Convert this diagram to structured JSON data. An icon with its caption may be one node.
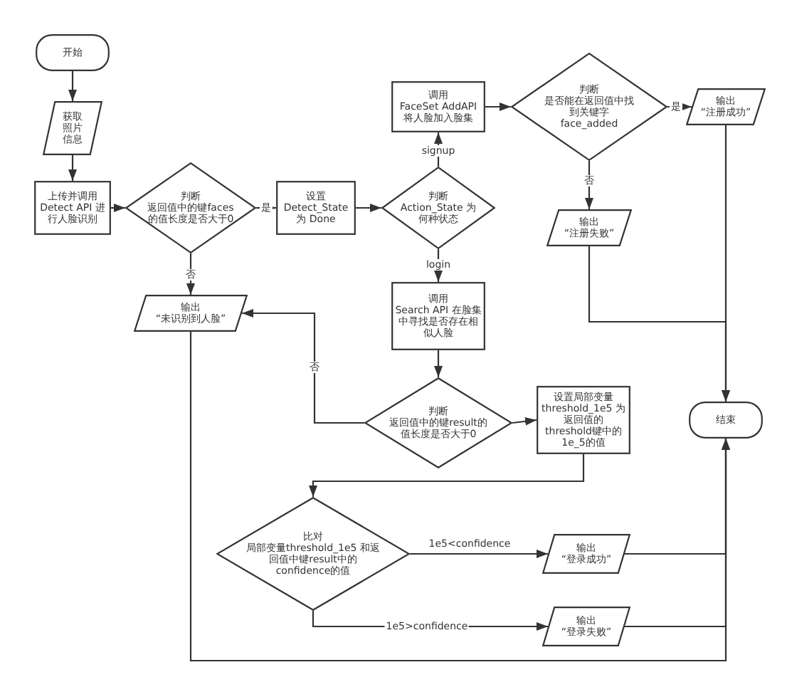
{
  "diagram": {
    "nodes": [
      {
        "text": [
          "开始"
        ]
      },
      {
        "text": [
          "获取照片信息"
        ]
      },
      {
        "text": [
          "上传并调用 Detect API 进行人脸识别"
        ]
      },
      {
        "text": [
          "判断",
          "返回值中的键faces的值长度是否大于0"
        ]
      },
      {
        "text": [
          "设置",
          "Detect_State 为 Done"
        ]
      },
      {
        "text": [
          "判断",
          "Action_State 为何种状态"
        ]
      },
      {
        "text": [
          "调用",
          "FaceSet AddAPI 将人脸加入脸集"
        ]
      },
      {
        "text": [
          "判断",
          "是否能在返回值中找到关键字 face_added"
        ]
      },
      {
        "text": [
          "输出",
          "“注册成功”"
        ]
      },
      {
        "text": [
          "输出",
          "“注册失败”"
        ]
      },
      {
        "text": [
          "调用",
          "Search API 在脸集中寻找是否存在相似人脸"
        ]
      },
      {
        "text": [
          "输出",
          "“未识别到人脸”"
        ]
      },
      {
        "text": [
          "判断",
          "返回值中的键result的值长度是否大于0"
        ]
      },
      {
        "text": [
          "设置局部变量 threshold_1e5 为返回值的 threshold键中的 1e_5的值"
        ]
      },
      {
        "text": [
          "结束"
        ]
      },
      {
        "text": [
          "比对",
          "局部变量threshold_1e5 和返回值中键result中的 confidence的值"
        ]
      },
      {
        "text": [
          "输出",
          "“登录成功”"
        ]
      },
      {
        "text": [
          "输出",
          "“登录失败”"
        ]
      }
    ],
    "edges": [
      {
        "from": 0,
        "to": 1,
        "arrow": "to"
      },
      {
        "from": 1,
        "to": 2,
        "arrow": "to"
      },
      {
        "from": 2,
        "to": 3,
        "arrow": "to"
      },
      {
        "from": 3,
        "to": 4,
        "arrow": "to",
        "label": "是"
      },
      {
        "from": 3,
        "to": 11,
        "arrow": "to",
        "label": "否"
      },
      {
        "from": 4,
        "to": 5,
        "arrow": "to"
      },
      {
        "from": 5,
        "to": 6,
        "arrow": "to",
        "label": "signup"
      },
      {
        "from": 5,
        "to": 10,
        "arrow": "to",
        "label": "login"
      },
      {
        "from": 6,
        "to": 7,
        "arrow": "to"
      },
      {
        "from": 7,
        "to": 8,
        "arrow": "to",
        "label": "是"
      },
      {
        "from": 7,
        "to": 9,
        "arrow": "to",
        "label": "否"
      },
      {
        "from": 10,
        "to": 12,
        "arrow": "to"
      },
      {
        "from": 12,
        "to": 11,
        "arrow": "to",
        "label": "否"
      },
      {
        "from": 12,
        "to": 13,
        "arrow": "to"
      },
      {
        "from": 13,
        "to": 15,
        "arrow": "to"
      },
      {
        "from": 15,
        "to": 16,
        "arrow": "to",
        "label": "1e5<confidence"
      },
      {
        "from": 15,
        "to": 17,
        "arrow": "to",
        "label": "1e5>confidence"
      },
      {
        "from": 8,
        "to": 14,
        "arrow": "to"
      },
      {
        "from": 9,
        "to": 14,
        "arrow": "to"
      },
      {
        "from": 16,
        "to": 14,
        "arrow": "to"
      },
      {
        "from": 17,
        "to": 14,
        "arrow": "to"
      },
      {
        "from": 11,
        "to": 14,
        "arrow": "to"
      }
    ]
  }
}
